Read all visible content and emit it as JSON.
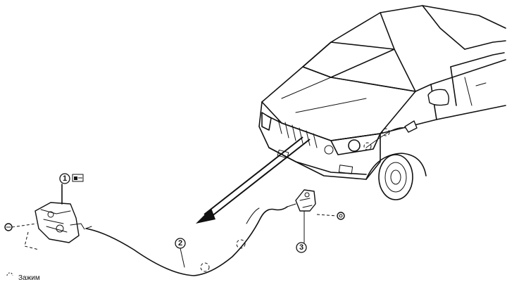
{
  "callouts": [
    {
      "id": "1",
      "label": "1"
    },
    {
      "id": "2",
      "label": "2"
    },
    {
      "id": "3",
      "label": "3"
    }
  ],
  "legend": {
    "clip_label": "Зажим"
  },
  "colors": {
    "line": "#111111",
    "background": "#ffffff",
    "arrow": "#111111"
  },
  "icons": [
    "clip-icon",
    "grease-icon",
    "bolt-icon"
  ]
}
